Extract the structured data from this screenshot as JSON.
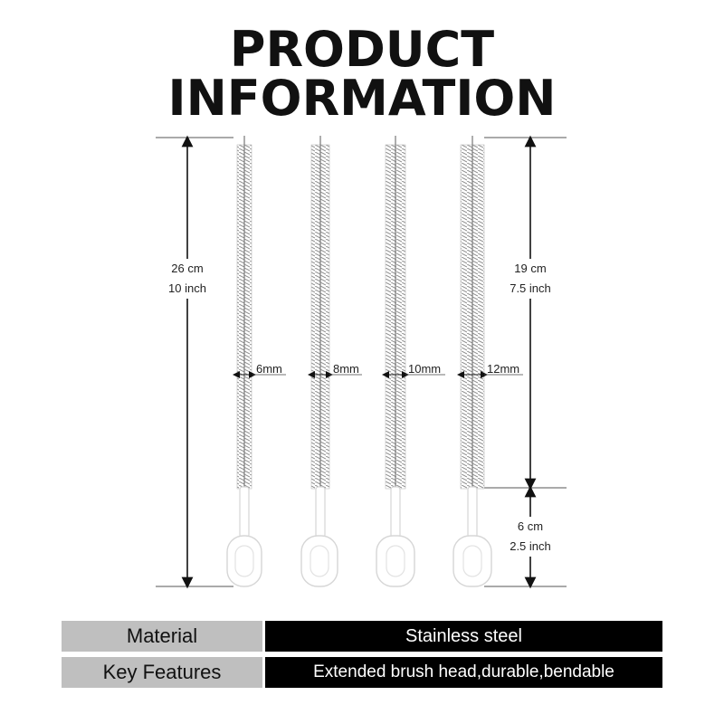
{
  "title": {
    "line1": "PRODUCT",
    "line2": "INFORMATION"
  },
  "dimensions": {
    "total_length": {
      "cm": "26 cm",
      "inch": "10 inch"
    },
    "brush_length": {
      "cm": "19 cm",
      "inch": "7.5 inch"
    },
    "handle_length": {
      "cm": "6 cm",
      "inch": "2.5 inch"
    }
  },
  "brushes": [
    {
      "diameter": "6mm"
    },
    {
      "diameter": "8mm"
    },
    {
      "diameter": "10mm"
    },
    {
      "diameter": "12mm"
    }
  ],
  "specs": [
    {
      "label": "Material",
      "value": "Stainless steel"
    },
    {
      "label": "Key Features",
      "value": "Extended brush head,durable,bendable"
    }
  ],
  "colors": {
    "bristle": "#9a9a9a",
    "handle": "#ffffff",
    "table_label_bg": "#bfbfbf",
    "table_value_bg": "#000000"
  }
}
